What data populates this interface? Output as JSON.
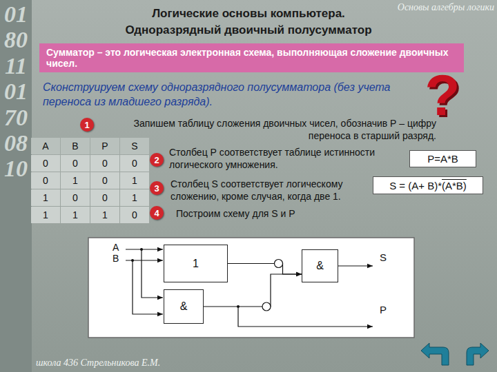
{
  "diagram": {
    "title": "Логические основы компьютера. Одноразрядный двоичный полусумматор",
    "nodes": [
      {
        "text": [
          "Сумматор – это логическая электронная схема, выполняющая сложение двоичных чисел."
        ]
      },
      {
        "text": [
          "1"
        ]
      },
      {
        "text": [
          "2"
        ]
      },
      {
        "text": [
          "P=A*B"
        ]
      },
      {
        "text": [
          "3"
        ]
      },
      {
        "text": [
          "S = (A+ B)*",
          "(A*B)"
        ]
      },
      {
        "text": [
          "4"
        ]
      },
      {
        "text": [
          "1"
        ]
      },
      {
        "text": [
          "&"
        ]
      },
      {
        "text": [
          "&"
        ]
      }
    ],
    "edges": [
      {
        "from": 7,
        "to": 8,
        "arrow": "to"
      },
      {
        "from": 9,
        "to": 8,
        "arrow": "to"
      }
    ],
    "labels": [
      "Основы алгебры логики",
      "01801101700810",
      "Сконструируем схему одноразрядного полусумматора (без учета переноса из младшего разряда).",
      "?",
      "Запишем таблицу сложения двоичных чисел, обозначив Р – цифру переноса в старший разряд.",
      "A",
      "B",
      "P",
      "S",
      "0",
      "0",
      "0",
      "0",
      "0",
      "1",
      "0",
      "1",
      "1",
      "0",
      "0",
      "1",
      "1",
      "1",
      "1",
      "0",
      "Столбец Р соответствует таблице истинности логического умножения.",
      "Столбец S соответствует логическому сложению, кроме случая, когда две 1.",
      "Построим схему для S и Р",
      "A",
      "B",
      "S",
      "P",
      "школа 436 Стрельникова Е.М."
    ]
  }
}
